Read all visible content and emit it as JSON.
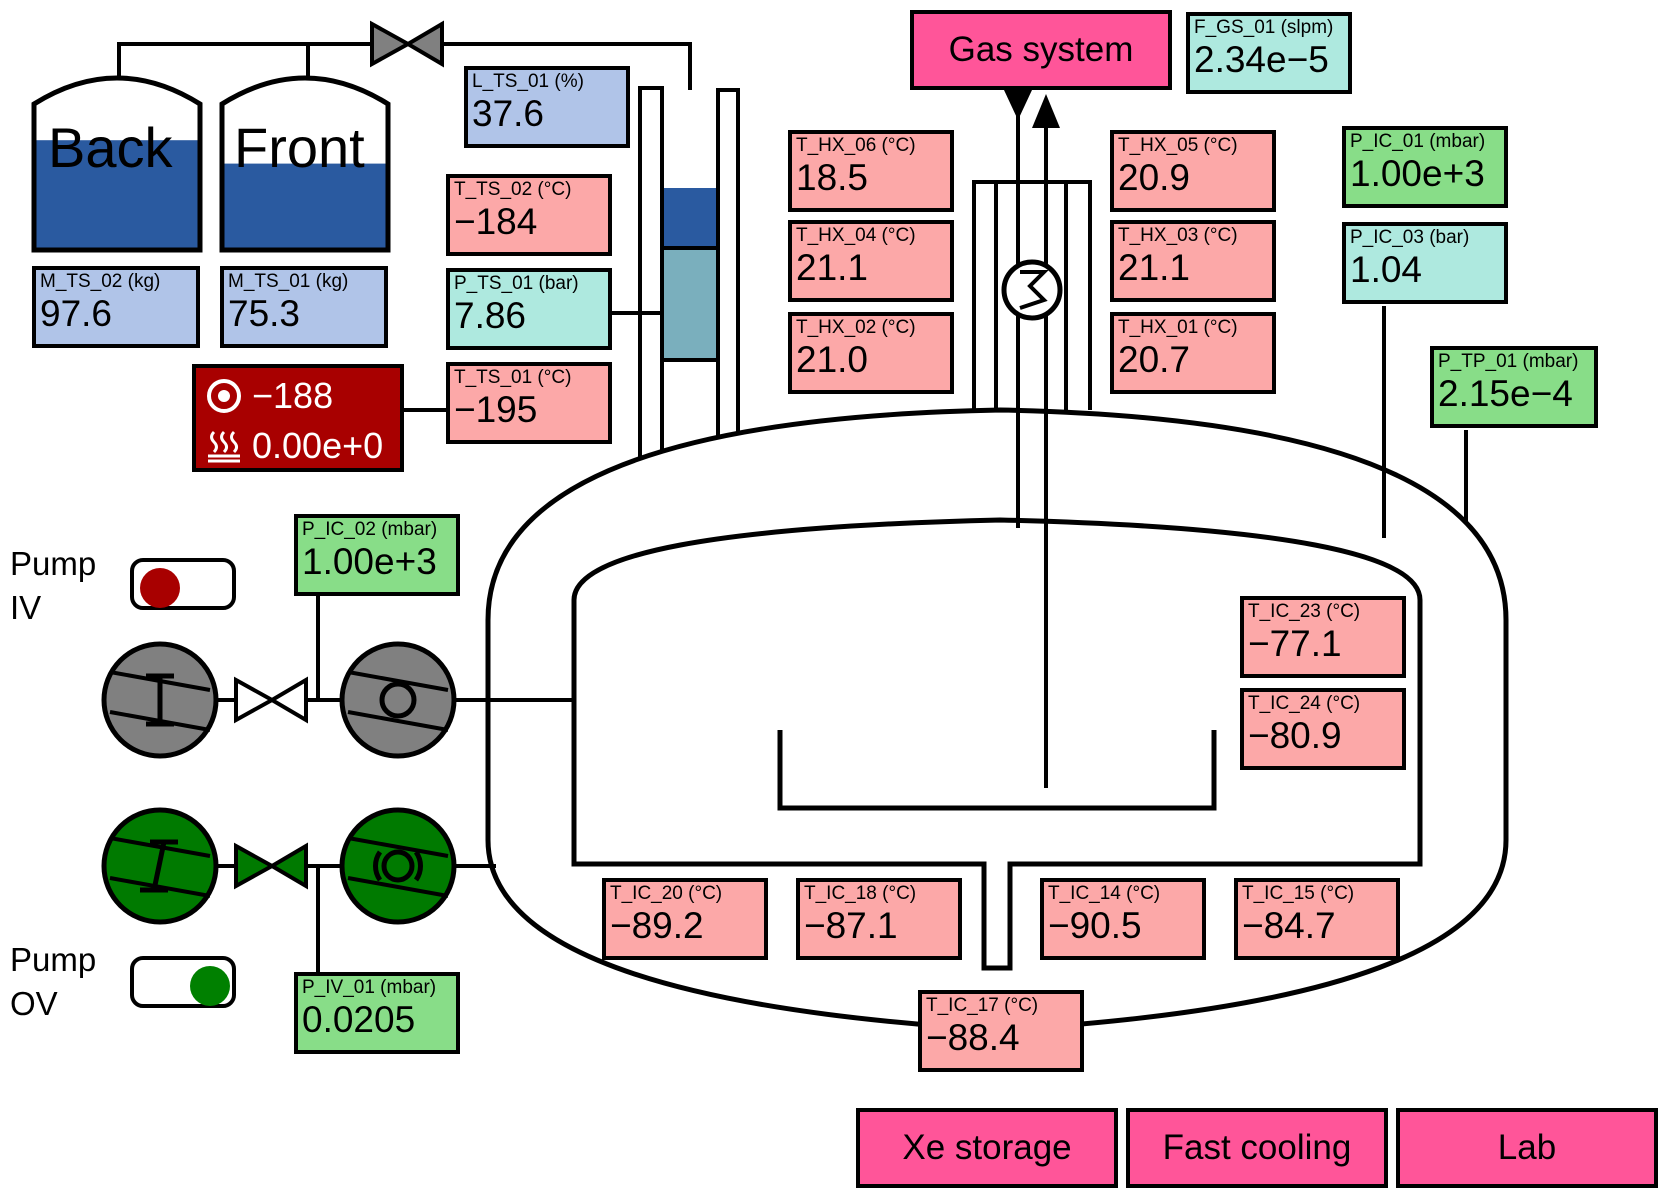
{
  "tanks": {
    "back": {
      "label": "Back",
      "fill": 0.61
    },
    "front": {
      "label": "Front",
      "fill": 0.48
    }
  },
  "level_gauge": {
    "fill": 0.62
  },
  "sensors": {
    "M_TS_02": {
      "label": "M_TS_02 (kg)",
      "value": "97.6"
    },
    "M_TS_01": {
      "label": "M_TS_01 (kg)",
      "value": "75.3"
    },
    "L_TS_01": {
      "label": "L_TS_01 (%)",
      "value": "37.6"
    },
    "T_TS_02": {
      "label": "T_TS_02 (°C)",
      "value": "−184"
    },
    "P_TS_01": {
      "label": "P_TS_01 (bar)",
      "value": "7.86"
    },
    "T_TS_01": {
      "label": "T_TS_01 (°C)",
      "value": "−195"
    },
    "T_HX_06": {
      "label": "T_HX_06 (°C)",
      "value": "18.5"
    },
    "T_HX_04": {
      "label": "T_HX_04 (°C)",
      "value": "21.1"
    },
    "T_HX_02": {
      "label": "T_HX_02 (°C)",
      "value": "21.0"
    },
    "T_HX_05": {
      "label": "T_HX_05 (°C)",
      "value": "20.9"
    },
    "T_HX_03": {
      "label": "T_HX_03 (°C)",
      "value": "21.1"
    },
    "T_HX_01": {
      "label": "T_HX_01 (°C)",
      "value": "20.7"
    },
    "F_GS_01": {
      "label": "F_GS_01 (slpm)",
      "value": "2.34e−5"
    },
    "P_IC_01": {
      "label": "P_IC_01 (mbar)",
      "value": "1.00e+3"
    },
    "P_IC_03": {
      "label": "P_IC_03 (bar)",
      "value": "1.04"
    },
    "P_TP_01": {
      "label": "P_TP_01 (mbar)",
      "value": "2.15e−4"
    },
    "P_IC_02": {
      "label": "P_IC_02 (mbar)",
      "value": "1.00e+3"
    },
    "P_IV_01": {
      "label": "P_IV_01 (mbar)",
      "value": "0.0205"
    },
    "T_IC_23": {
      "label": "T_IC_23 (°C)",
      "value": "−77.1"
    },
    "T_IC_24": {
      "label": "T_IC_24 (°C)",
      "value": "−80.9"
    },
    "T_IC_20": {
      "label": "T_IC_20 (°C)",
      "value": "−89.2"
    },
    "T_IC_18": {
      "label": "T_IC_18 (°C)",
      "value": "−87.1"
    },
    "T_IC_14": {
      "label": "T_IC_14 (°C)",
      "value": "−90.5"
    },
    "T_IC_15": {
      "label": "T_IC_15 (°C)",
      "value": "−84.7"
    },
    "T_IC_17": {
      "label": "T_IC_17 (°C)",
      "value": "−88.4"
    }
  },
  "heater": {
    "setpoint": "−188",
    "power": "0.00e+0",
    "setpoint_icon": "target-icon",
    "power_icon": "heating-icon"
  },
  "pumps": {
    "iv": {
      "label": "Pump\nIV",
      "state": "off",
      "state_color": "#a80000",
      "body_color": "#808080"
    },
    "ov": {
      "label": "Pump\nOV",
      "state": "on",
      "state_color": "#008000",
      "body_color": "#007a00"
    }
  },
  "nav": {
    "gas_system": "Gas system",
    "xe_storage": "Xe storage",
    "fast_cooling": "Fast cooling",
    "lab": "Lab"
  },
  "colors": {
    "nav": "#ff5599",
    "liquid": "#2a5aa0",
    "gas": "#7aafbd",
    "heater": "#a80000"
  }
}
